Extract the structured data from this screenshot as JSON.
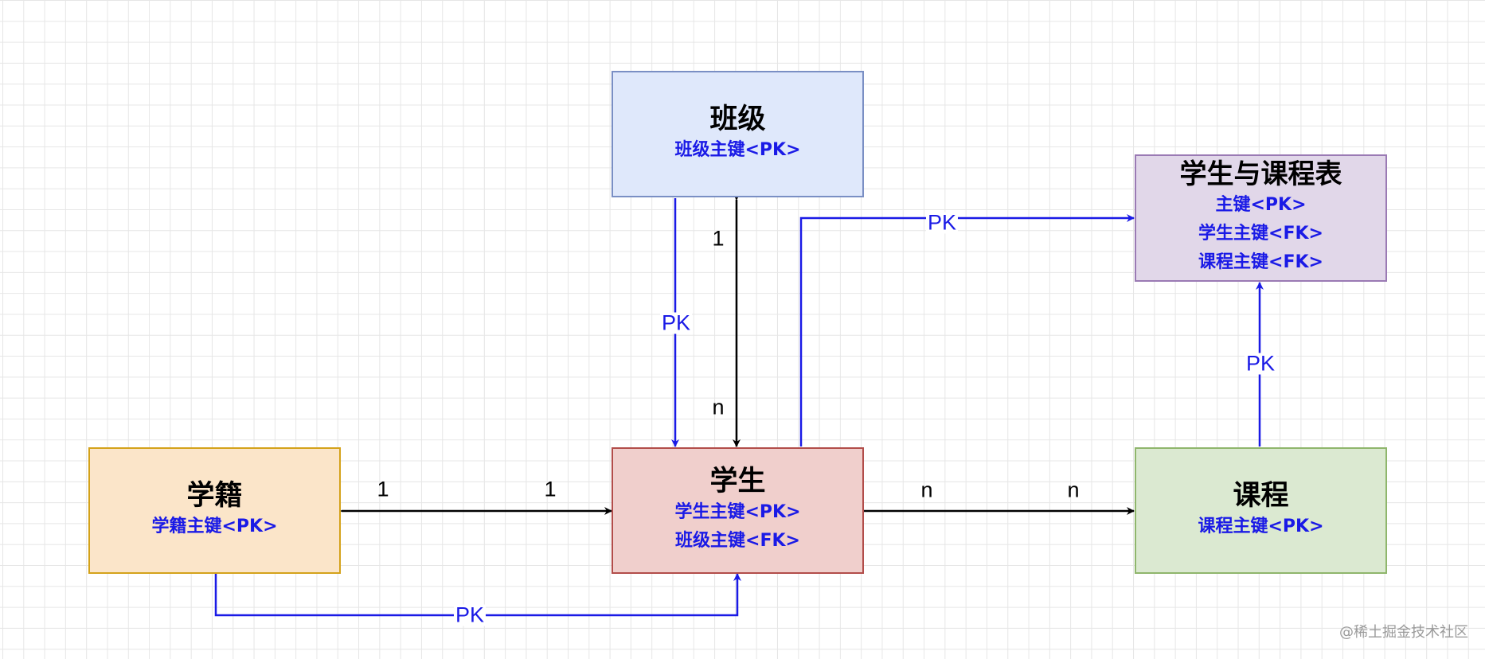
{
  "colors": {
    "relation_arrow": "#000000",
    "pk_arrow": "#1a1ae6",
    "key_text": "#1a1ae6",
    "grid": "#e6e6e6"
  },
  "entities": {
    "class": {
      "title": "班级",
      "keys": [
        "班级主键<PK>"
      ],
      "fill": "#dfe8fb",
      "border": "#7a8fc4"
    },
    "student": {
      "title": "学生",
      "keys": [
        "学生主键<PK>",
        "班级主键<FK>"
      ],
      "fill": "#f0cfcc",
      "border": "#b24d4a"
    },
    "enrollment": {
      "title": "学籍",
      "keys": [
        "学籍主键<PK>"
      ],
      "fill": "#fbe5c9",
      "border": "#d4a21a"
    },
    "course": {
      "title": "课程",
      "keys": [
        "课程主键<PK>"
      ],
      "fill": "#dbe9d1",
      "border": "#8fb66c"
    },
    "student_course": {
      "title": "学生与课程表",
      "keys": [
        "主键<PK>",
        "学生主键<FK>",
        "课程主键<FK>"
      ],
      "fill": "#e1d7e9",
      "border": "#9a7ab4"
    }
  },
  "labels": {
    "pk": "PK",
    "class_student_one": "1",
    "class_student_many": "n",
    "enrollment_student_left": "1",
    "enrollment_student_right": "1",
    "student_course_left": "n",
    "student_course_right": "n"
  },
  "watermark": "@稀土掘金技术社区"
}
